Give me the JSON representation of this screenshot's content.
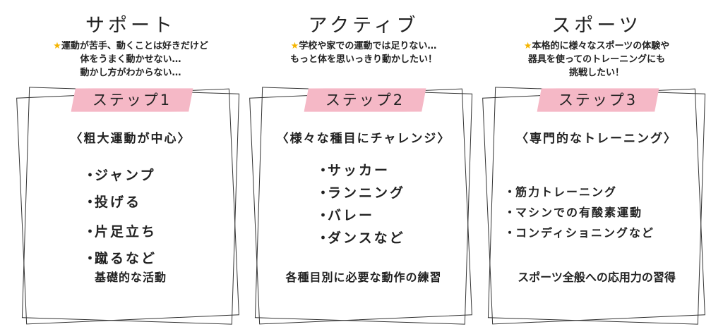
{
  "columns": [
    {
      "title": "サポート",
      "star_icon": "star-icon",
      "description": [
        "運動が苦手、動くことは好きだけど",
        "体をうまく動かせない…",
        "動かし方がわからない…"
      ],
      "step": "ステップ1",
      "subtitle": "〈粗大運動が中心〉",
      "items": [
        "ジャンプ",
        "投げる",
        "片足立ち",
        "蹴るなど"
      ],
      "footer": "基礎的な活動"
    },
    {
      "title": "アクティブ",
      "star_icon": "star-icon",
      "description": [
        "学校や家での運動では足りない…",
        "もっと体を思いっきり動かしたい！"
      ],
      "step": "ステップ2",
      "subtitle": "〈様々な種目にチャレンジ〉",
      "items": [
        "サッカー",
        "ランニング",
        "バレー",
        "ダンスなど"
      ],
      "footer": "各種目別に必要な動作の練習"
    },
    {
      "title": "スポーツ",
      "star_icon": "star-icon",
      "description": [
        "本格的に様々なスポーツの体験や",
        "器具を使ってのトレーニングにも",
        "挑戦したい！"
      ],
      "step": "ステップ3",
      "subtitle": "〈専門的なトレーニング〉",
      "items": [
        "筋力トレーニング",
        "マシンでの有酸素運動",
        "コンディショニングなど"
      ],
      "footer": "スポーツ全般への応用力の習得"
    }
  ],
  "colors": {
    "tape": "#f5b8c6",
    "star": "#f5b500",
    "text": "#222222"
  }
}
